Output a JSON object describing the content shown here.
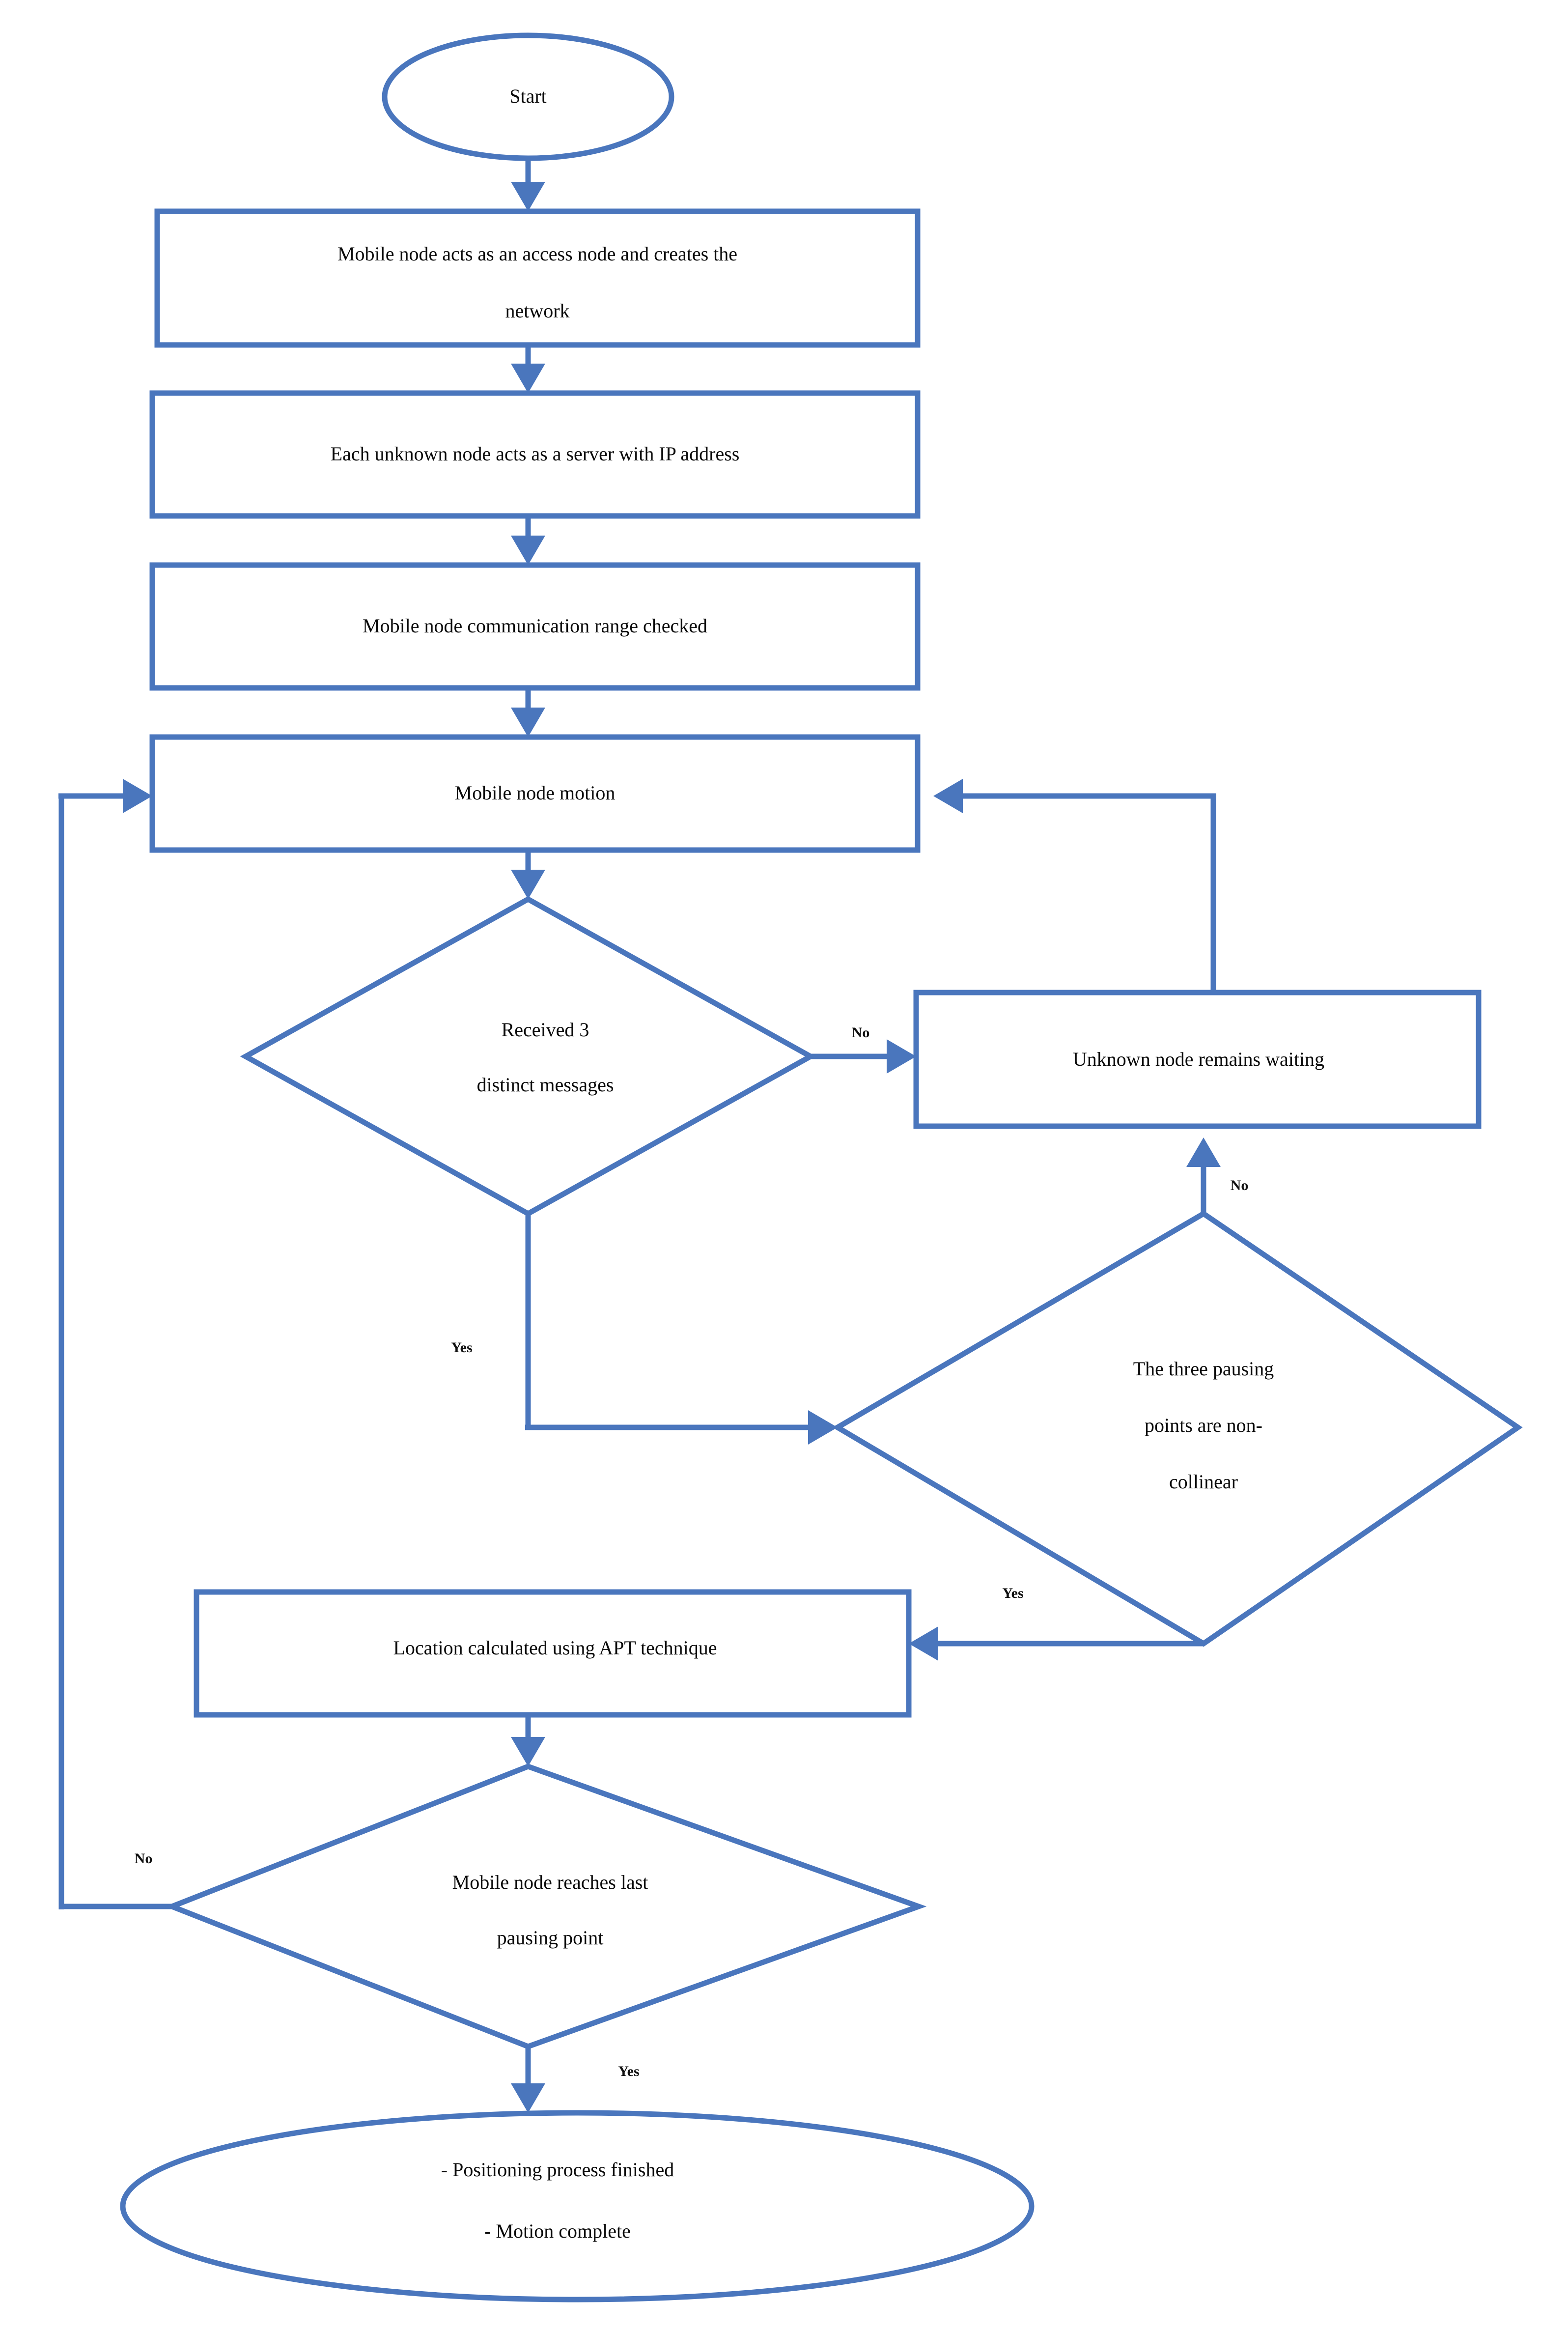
{
  "diagram": {
    "title": "Mobile node positioning process flowchart",
    "colors": {
      "stroke": "#4a76bd",
      "fill": "#ffffff",
      "text": "#0a0a0a"
    },
    "nodes": {
      "start": {
        "type": "terminator",
        "label": "Start"
      },
      "access_node": {
        "type": "process",
        "line1": "Mobile node acts as an access node and creates the",
        "line2": "network"
      },
      "server_ip": {
        "type": "process",
        "line1": "Each unknown node acts as a server with IP address"
      },
      "range_check": {
        "type": "process",
        "line1": "Mobile node communication range checked"
      },
      "node_motion": {
        "type": "process",
        "line1": "Mobile node motion"
      },
      "received_msgs": {
        "type": "decision",
        "line1": "Received 3",
        "line2": "distinct messages"
      },
      "remains_waiting": {
        "type": "process",
        "line1": "Unknown node remains waiting"
      },
      "non_collinear": {
        "type": "decision",
        "line1": "The three pausing",
        "line2": "points are non-",
        "line3": "collinear"
      },
      "location_calc": {
        "type": "process",
        "line1": "Location calculated using APT technique"
      },
      "last_pausing": {
        "type": "decision",
        "line1": "Mobile node reaches last",
        "line2": "pausing point"
      },
      "end": {
        "type": "terminator",
        "line1": "- Positioning process finished",
        "line2": "- Motion complete"
      }
    },
    "edge_labels": {
      "msgs_no": "No",
      "msgs_yes": "Yes",
      "collinear_no": "No",
      "collinear_yes": "Yes",
      "last_no": "No",
      "last_yes": "Yes"
    }
  }
}
